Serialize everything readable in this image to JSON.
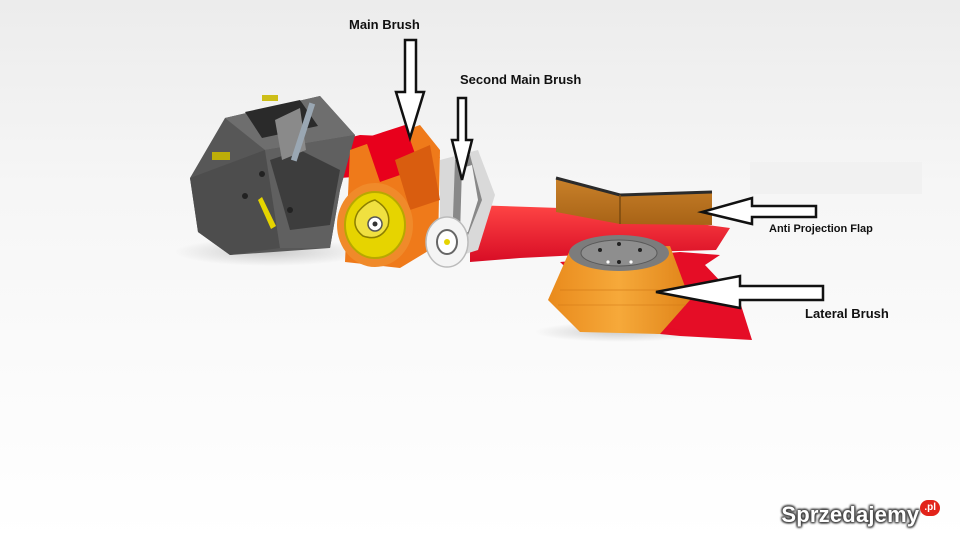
{
  "labels": {
    "main_brush": "Main Brush",
    "second_main_brush": "Second Main Brush",
    "anti_projection_flap": "Anti Projection Flap",
    "lateral_brush": "Lateral Brush"
  },
  "watermark": {
    "text": "Sprzedajemy",
    "badge": ".pl"
  },
  "colors": {
    "hopper": "#5a5a5a",
    "brush_orange": "#f07c1e",
    "rotor_yellow": "#e6d400",
    "spray_red": "#e8001c",
    "flap_brown": "#b5711e",
    "lateral_orange": "#f29d2c",
    "second_brush": "#e8e8e8"
  },
  "icons": {
    "arrow_style": "outlined-block-arrow"
  }
}
